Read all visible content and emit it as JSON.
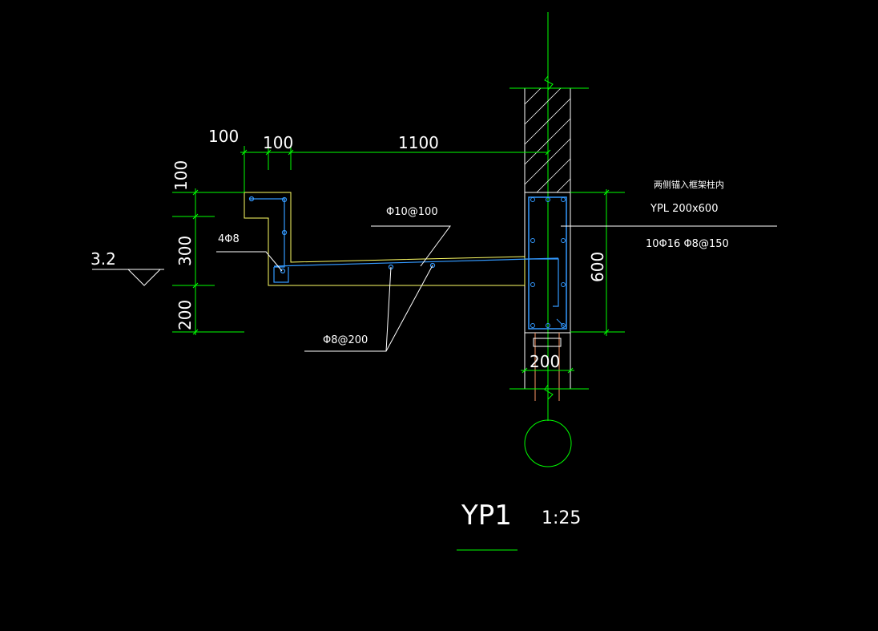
{
  "drawing": {
    "title": "YP1",
    "scale": "1:25",
    "elevation": "3.2",
    "colors": {
      "background": "#000000",
      "dimension": "#00ff00",
      "concrete": "#ffff66",
      "rebar": "#3399ff",
      "text": "#ffffff",
      "hatch": "#ffffff",
      "axis": "#00ff00"
    }
  },
  "dimensions": {
    "top_left": "100",
    "top_mid": "100",
    "top_span": "1100",
    "left_top": "100",
    "left_mid": "300",
    "left_bottom": "200",
    "beam_height": "600",
    "column_width": "200"
  },
  "annotations": {
    "note_chinese": "两侧锚入框架柱内",
    "beam_id": "YPL 200x600",
    "beam_rebar": "10Φ16  Φ8@150",
    "slab_top_rebar": "Φ10@100",
    "upturn_rebar": "4Φ8",
    "slab_bottom_rebar": "Φ8@200"
  }
}
